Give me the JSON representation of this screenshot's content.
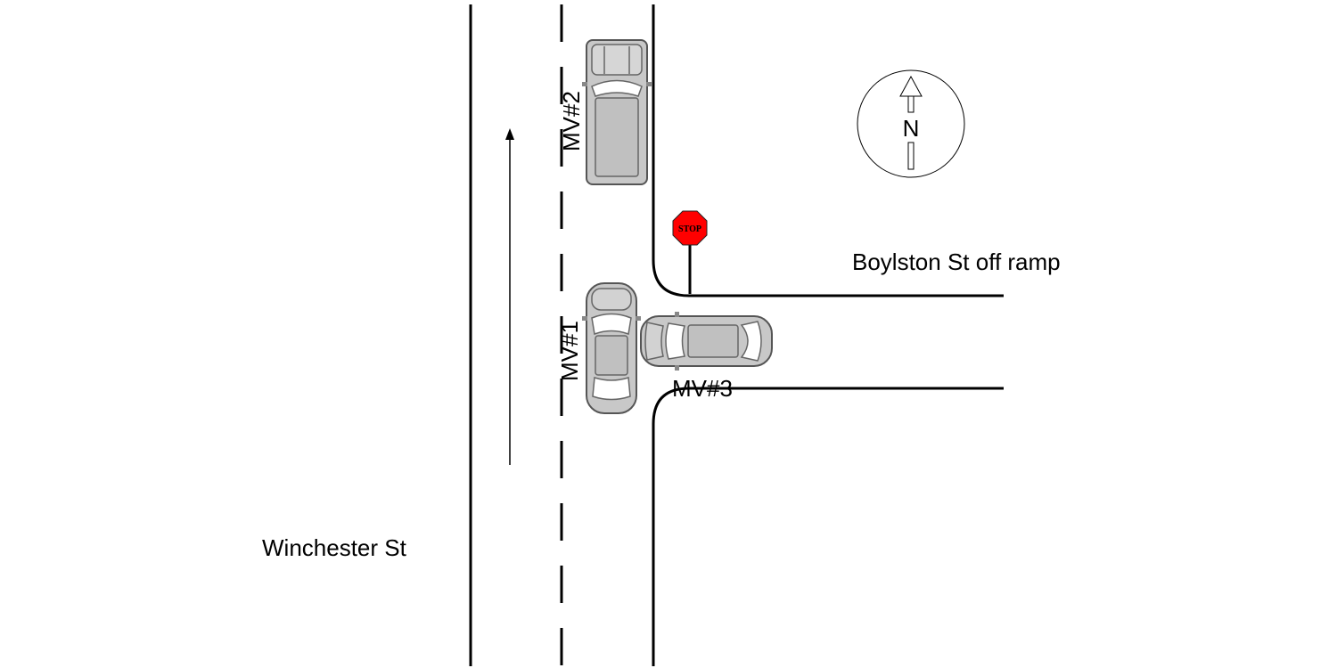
{
  "streets": {
    "main": "Winchester St",
    "side": "Boylston St off ramp"
  },
  "vehicles": {
    "mv1": "MV#1",
    "mv2": "MV#2",
    "mv3": "MV#3"
  },
  "compass": {
    "label": "N",
    "icon": "north-arrow-icon"
  },
  "sign": {
    "text": "STOP",
    "color": "#ff0000"
  },
  "vehicle_colors": {
    "body": "#c8c8c8",
    "glass": "#ffffff",
    "outline": "#555555"
  }
}
